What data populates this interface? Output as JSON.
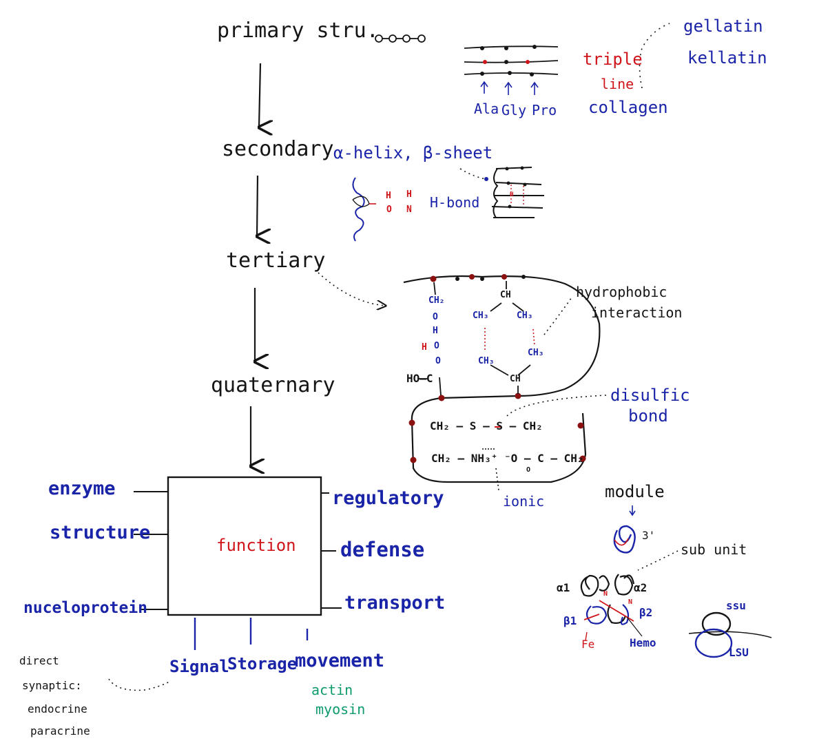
{
  "hierarchy": {
    "primary": "primary stru.",
    "secondary": "secondary",
    "tertiary": "tertiary",
    "quaternary": "quaternary"
  },
  "primary_detail": {
    "chain_symbol": "o-o-o-o",
    "amino_acids": [
      "Ala",
      "Gly",
      "Pro"
    ],
    "triple_line": [
      "triple",
      "line"
    ],
    "collagen": "collagen",
    "derivatives": [
      "gellatin",
      "kellatin"
    ]
  },
  "secondary_detail": {
    "structures": "α-helix, β-sheet",
    "hbond_atoms": [
      "H",
      "H",
      "O",
      "N"
    ],
    "hbond_label": "H-bond",
    "sheet_atom": "H"
  },
  "tertiary_detail": {
    "left_column": [
      "CH₂",
      "O",
      "H",
      "O",
      "O",
      "HO–C"
    ],
    "h_bond": "H",
    "ring": [
      "CH",
      "CH₃",
      "CH₃",
      "CH₃",
      "CH₃",
      "CH"
    ],
    "hydrophobic": [
      "hydrophobic",
      "interaction"
    ],
    "disulfide_row": "CH₂ – S – S – CH₂",
    "ionic_row": "CH₂ – NH₃⁺ ⁻O – C – CH₂",
    "ionic_o": "O",
    "disulfide_label": [
      "disulfic",
      "bond"
    ],
    "ionic_label": "ionic"
  },
  "quaternary_detail": {
    "module": "module",
    "module_mark": "3'",
    "subunit": "sub unit",
    "alpha1": "α1",
    "alpha2": "α2",
    "beta1": "β1",
    "beta2": "β2",
    "n_marks": [
      "N",
      "N"
    ],
    "fe": "Fe",
    "hemo": "Hemo",
    "ssu": "ssu",
    "lsu": "LSU"
  },
  "function_box": {
    "label": "function",
    "left": [
      "enzyme",
      "structure",
      "nuceloprotein"
    ],
    "right": [
      "regulatory",
      "defense",
      "transport"
    ],
    "bottom": [
      "Signal",
      "Storage",
      "movement"
    ]
  },
  "signal_types": [
    "direct",
    "synaptic:",
    "endocrine",
    "paracrine"
  ],
  "movement_proteins": [
    "actin",
    "myosin"
  ],
  "colors": {
    "ink": "#151515",
    "blue": "#1a24a8",
    "red": "#d0151a",
    "green": "#0d9a6e",
    "dark_red": "#8b1010"
  }
}
